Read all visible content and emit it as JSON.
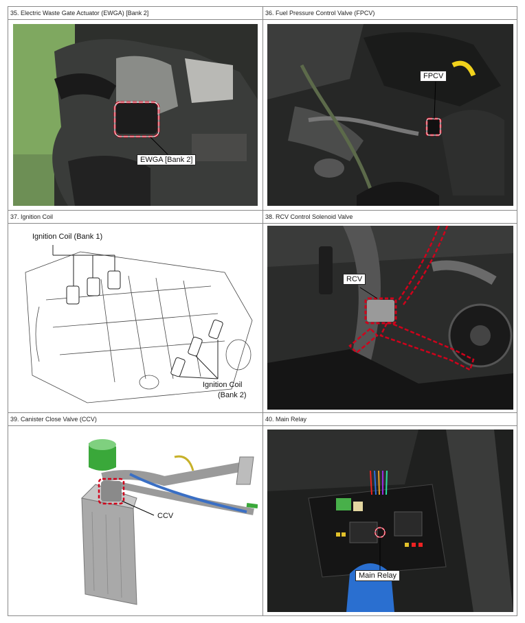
{
  "cells": [
    {
      "title": "35. Electric Waste Gate Actuator (EWGA) [Bank 2]",
      "label": "EWGA [Bank 2]"
    },
    {
      "title": "36. Fuel Pressure Control Valve (FPCV)",
      "label": "FPCV"
    },
    {
      "title": "37. Ignition Coil",
      "label_bank1": "Ignition Coil (Bank 1)",
      "label_bank2_line1": "Ignition Coil",
      "label_bank2_line2": "(Bank 2)"
    },
    {
      "title": "38. RCV Control Solenoid Valve",
      "label": "RCV"
    },
    {
      "title": "39. Canister Close Valve (CCV)",
      "label": "CCV"
    },
    {
      "title": "40. Main Relay",
      "label": "Main Relay"
    }
  ],
  "colors": {
    "border": "#888888",
    "highlight": "#d0021b",
    "engine_dark": "#2b2b2b",
    "canister_green": "#3aa83a"
  }
}
